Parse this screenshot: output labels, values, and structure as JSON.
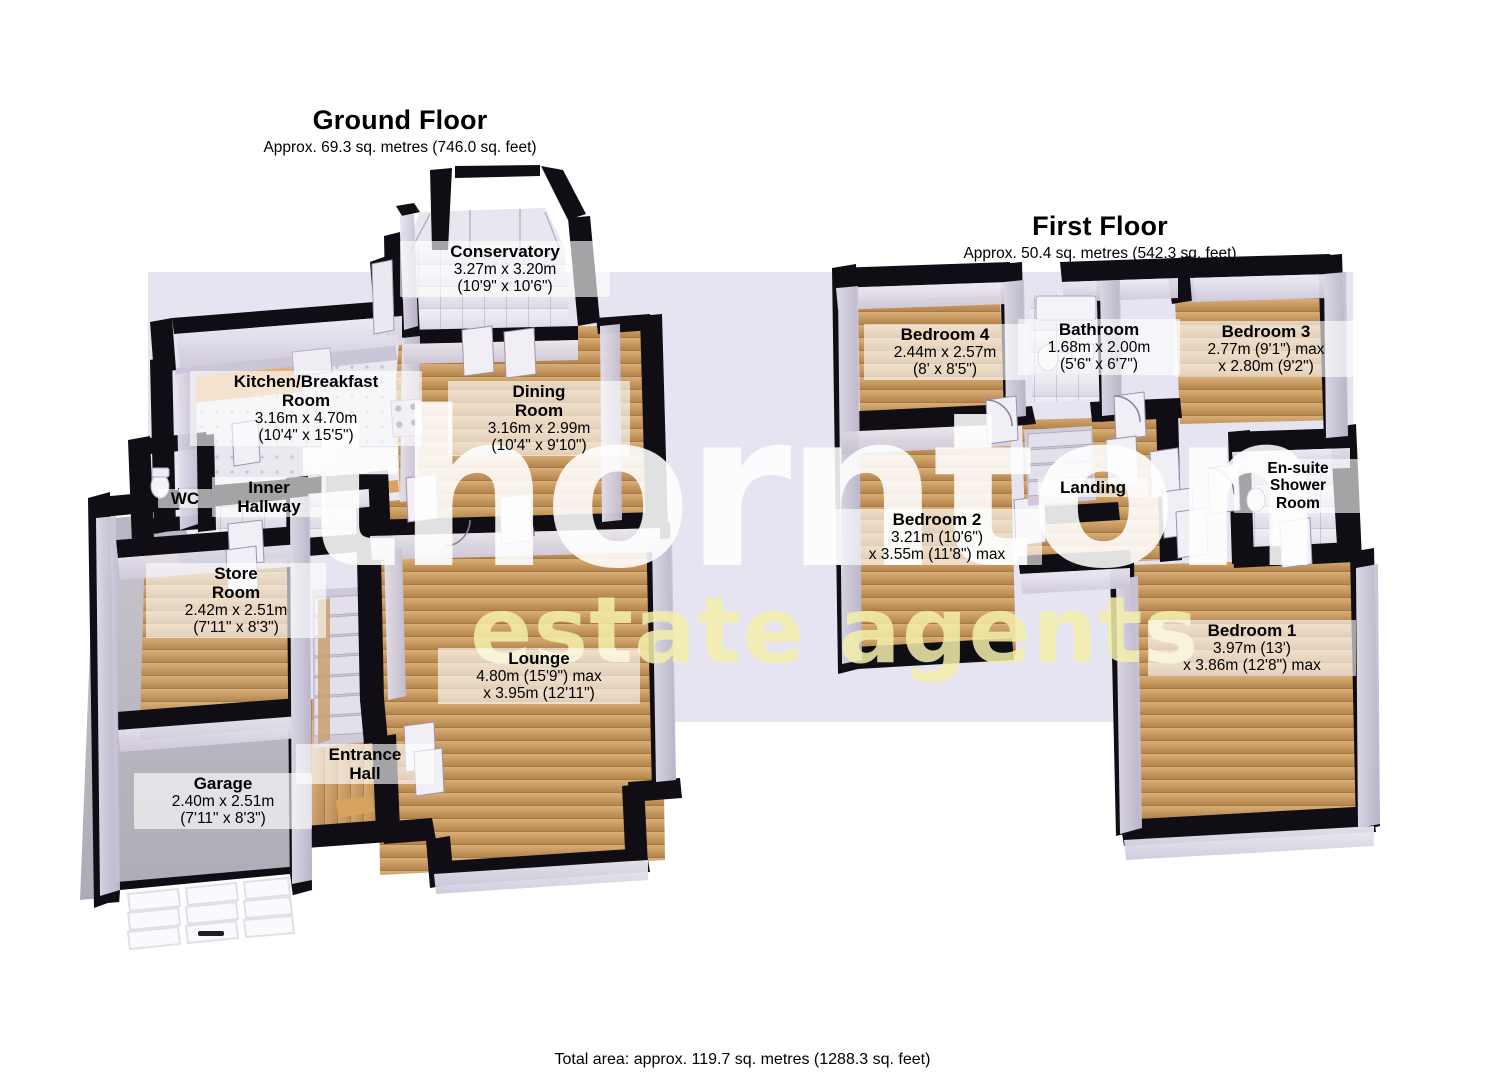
{
  "document": {
    "type": "floorplan",
    "total_area_text": "Total area: approx. 119.7 sq. metres (1288.3 sq. feet)"
  },
  "watermark": {
    "line1": "thornton",
    "line2": "estate agents",
    "band_color": "#ded9ec",
    "text_color_1": "#ffffff",
    "text_color_2": "#f3eeaa"
  },
  "floors": [
    {
      "id": "ground",
      "title": "Ground Floor",
      "area_text": "Approx. 69.3 sq. metres (746.0 sq. feet)",
      "rooms": [
        {
          "name": "Conservatory",
          "metric": "3.27m x 3.20m",
          "imperial": "(10'9\" x 10'6\")"
        },
        {
          "name": "Kitchen/Breakfast Room",
          "metric": "3.16m x 4.70m",
          "imperial": "(10'4\" x 15'5\")"
        },
        {
          "name": "Dining Room",
          "metric": "3.16m x 2.99m",
          "imperial": "(10'4\" x 9'10\")"
        },
        {
          "name": "WC",
          "metric": "",
          "imperial": ""
        },
        {
          "name": "Inner Hallway",
          "metric": "",
          "imperial": ""
        },
        {
          "name": "Store Room",
          "metric": "2.42m x 2.51m",
          "imperial": "(7'11\" x 8'3\")"
        },
        {
          "name": "Lounge",
          "metric": "4.80m (15'9\") max",
          "imperial": "x 3.95m (12'11\")"
        },
        {
          "name": "Entrance Hall",
          "metric": "",
          "imperial": ""
        },
        {
          "name": "Garage",
          "metric": "2.40m x 2.51m",
          "imperial": "(7'11\" x 8'3\")"
        }
      ]
    },
    {
      "id": "first",
      "title": "First Floor",
      "area_text": "Approx. 50.4 sq. metres (542.3 sq. feet)",
      "rooms": [
        {
          "name": "Bedroom 4",
          "metric": "2.44m x 2.57m",
          "imperial": "(8' x 8'5\")"
        },
        {
          "name": "Bathroom",
          "metric": "1.68m x 2.00m",
          "imperial": "(5'6\"  x 6'7\")"
        },
        {
          "name": "Bedroom 3",
          "metric": "2.77m (9'1\") max",
          "imperial": "x 2.80m (9'2\")"
        },
        {
          "name": "Bedroom 2",
          "metric": "3.21m (10'6\")",
          "imperial": "x 3.55m (11'8\") max"
        },
        {
          "name": "Landing",
          "metric": "",
          "imperial": ""
        },
        {
          "name": "En-suite Shower Room",
          "metric": "",
          "imperial": ""
        },
        {
          "name": "Bedroom 1",
          "metric": "3.97m (13')",
          "imperial": "x 3.86m (12'8\") max"
        }
      ]
    }
  ],
  "labels": {
    "kitchen_line1": "Kitchen/Breakfast",
    "kitchen_line2": "Room",
    "dining_line1": "Dining",
    "dining_line2": "Room",
    "store_line1": "Store",
    "store_line2": "Room",
    "inner_line1": "Inner",
    "inner_line2": "Hallway",
    "entrance_line1": "Entrance",
    "entrance_line2": "Hall",
    "ensuite_line1": "En-suite",
    "ensuite_line2": "Shower",
    "ensuite_line3": "Room",
    "wc": "WC",
    "landing": "Landing"
  },
  "colors": {
    "wall": "#121016",
    "wall_inner": "#d8d4e2",
    "floor_wood": "#c89a62",
    "floor_tile": "#e7e4ee",
    "carpet": "#bfb9cc",
    "paper": "#ffffff"
  }
}
